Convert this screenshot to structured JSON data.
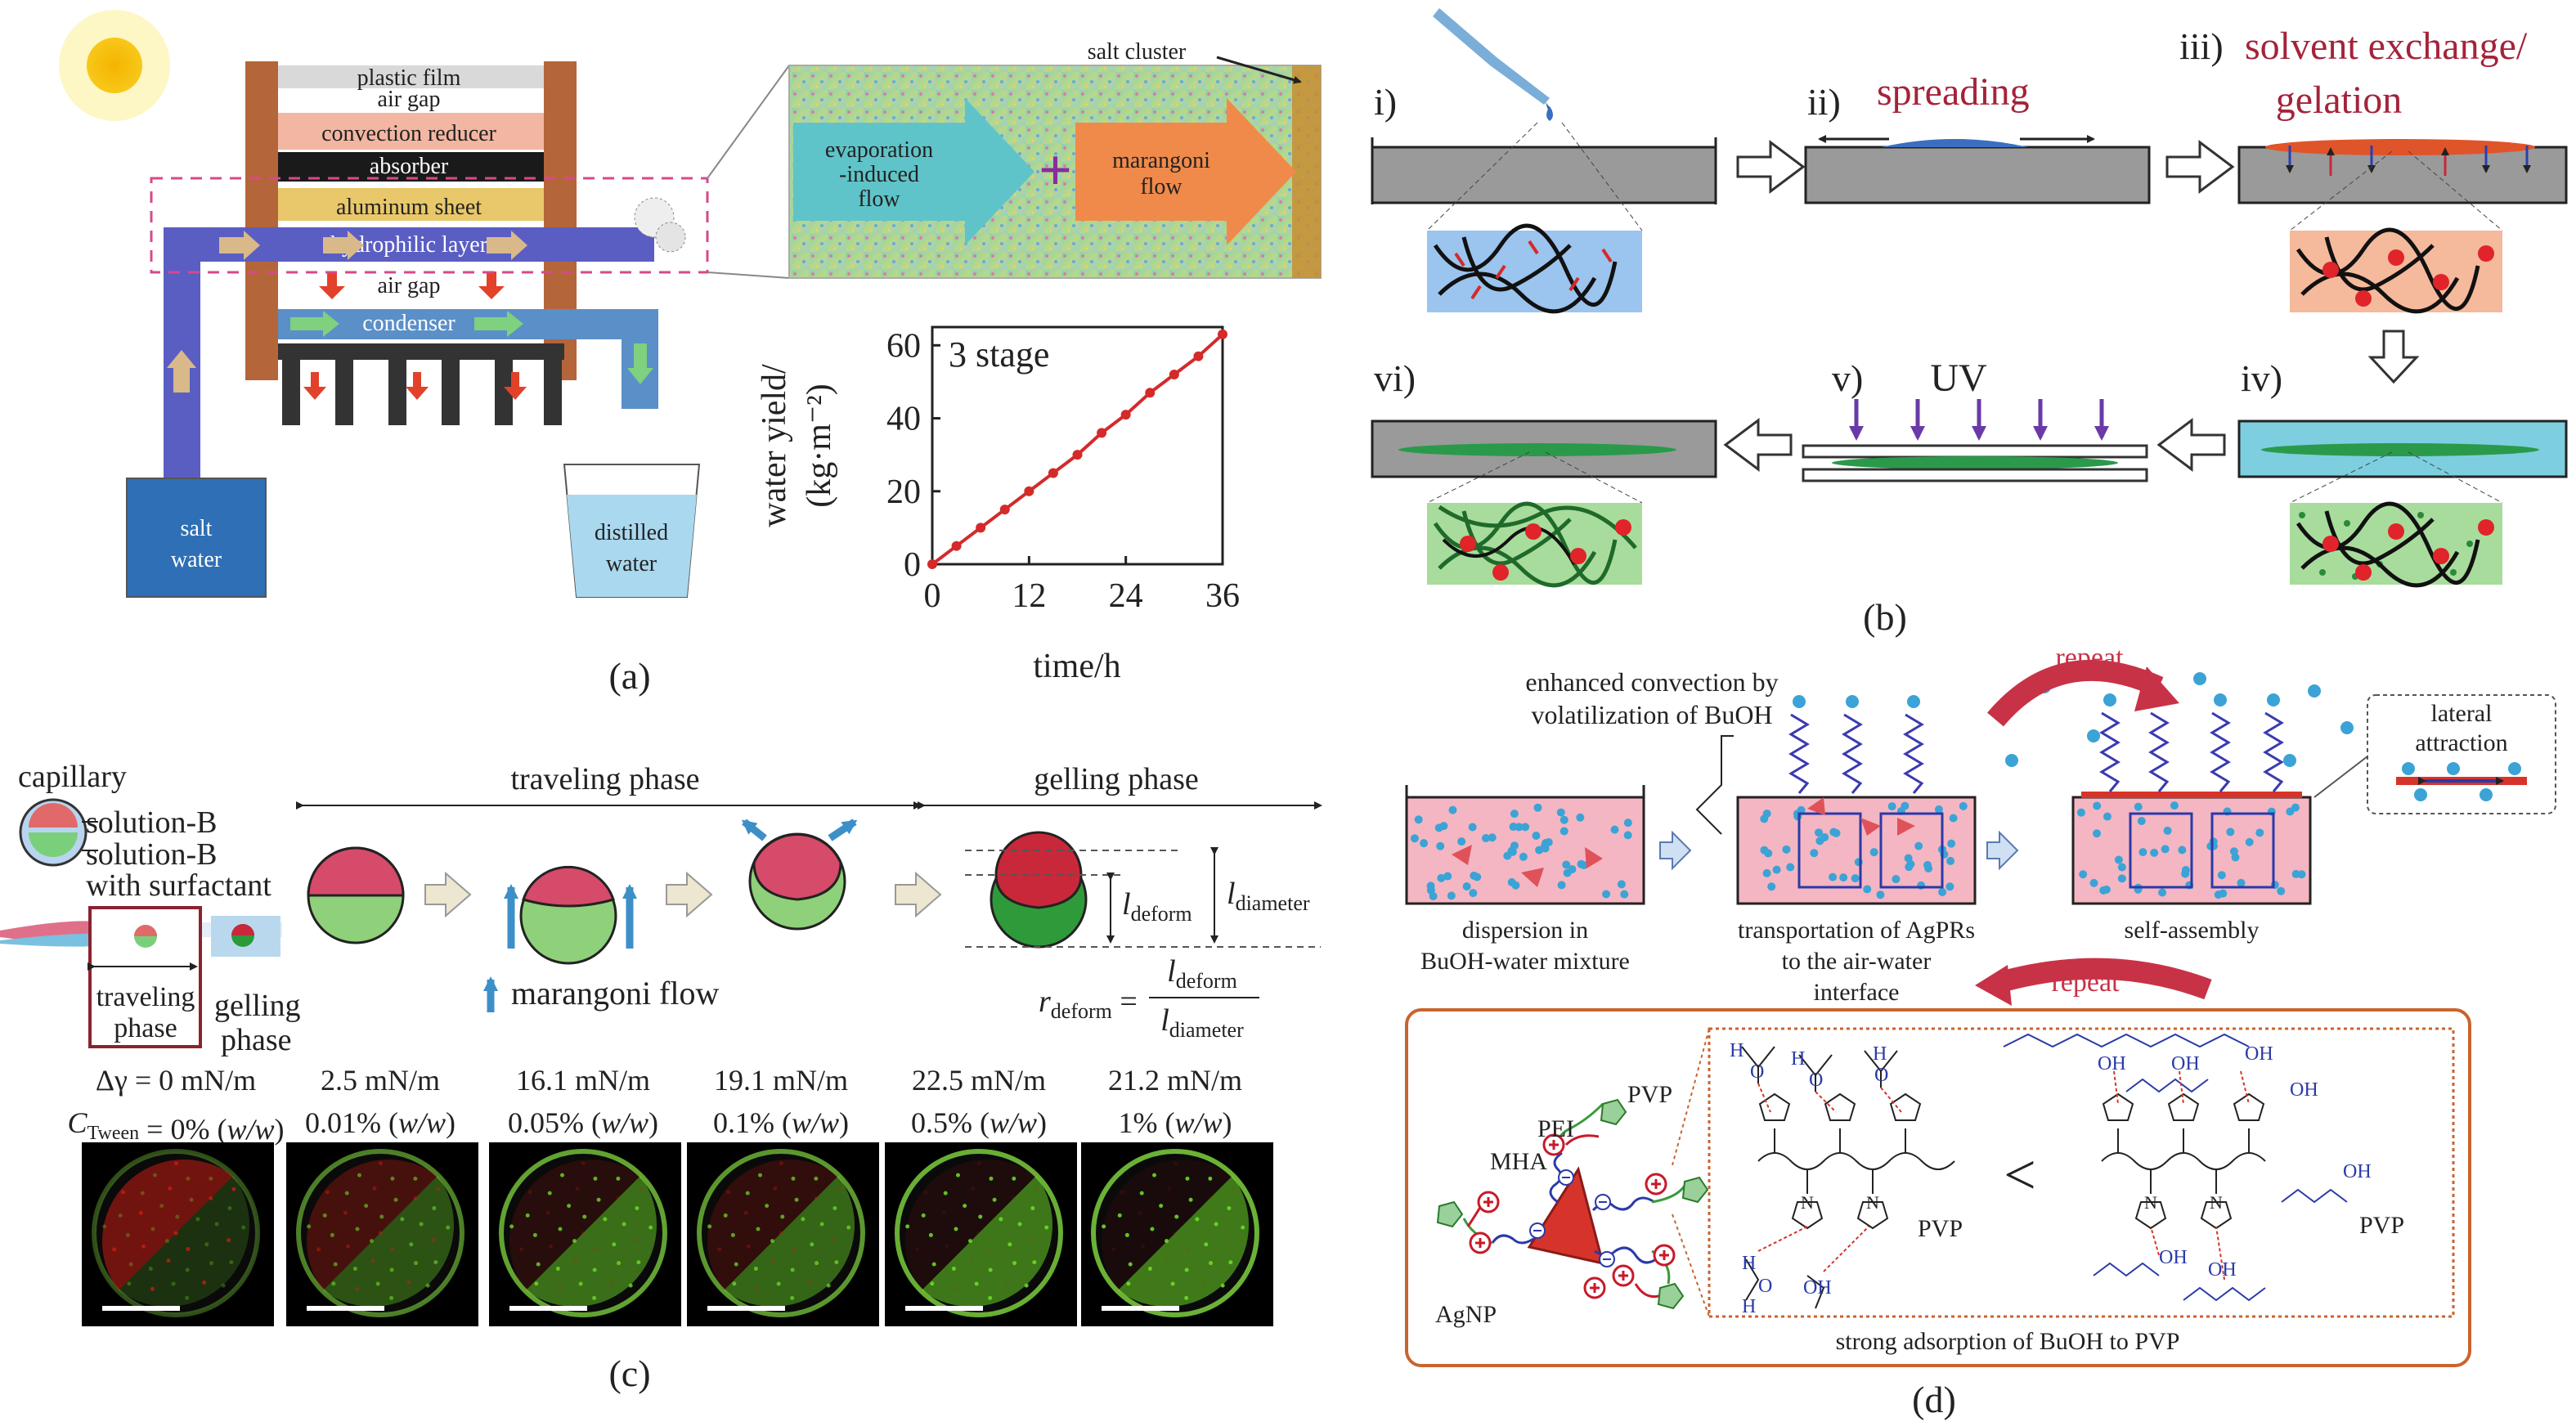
{
  "panel_labels": {
    "a": "(a)",
    "b": "(b)",
    "c": "(c)",
    "d": "(d)"
  },
  "panel_a": {
    "layers": [
      "plastic film",
      "air gap",
      "convection reducer",
      "absorber",
      "aluminum sheet",
      "hydrophilic layer",
      "air gap",
      "condenser"
    ],
    "salt_water": [
      "salt",
      "water"
    ],
    "distilled_water": [
      "distilled",
      "water"
    ],
    "salt_cluster": "salt cluster",
    "evaporation_flow": [
      "evaporation",
      "-induced",
      "flow"
    ],
    "plus": "+",
    "marangoni_flow": [
      "marangoni",
      "flow"
    ],
    "colors": {
      "frame": "#b5653a",
      "absorber": "#1a1a1a",
      "aluminum": "#e8c86a",
      "hydrophilic": "#5a5ec2",
      "condenser": "#5b8fc7",
      "pipe": "#6a78c9",
      "dashed_box": "#d64a8a"
    }
  },
  "chart_data": {
    "type": "line",
    "title": "3 stage",
    "xlabel": "time/h",
    "ylabel": [
      "water yield/",
      "(kg·m⁻²)"
    ],
    "xlim": [
      0,
      36
    ],
    "ylim": [
      0,
      65
    ],
    "xticks": [
      0,
      12,
      24,
      36
    ],
    "yticks": [
      0,
      20,
      40,
      60
    ],
    "series": [
      {
        "color": "#d42a2a",
        "x": [
          0,
          3,
          6,
          9,
          12,
          15,
          18,
          21,
          24,
          27,
          30,
          33,
          36
        ],
        "y": [
          0,
          5,
          10,
          15,
          20,
          25,
          30,
          36,
          41,
          47,
          52,
          57,
          63
        ]
      }
    ]
  },
  "panel_b": {
    "steps": [
      "i)",
      "ii)",
      "iii)",
      "iv)",
      "v)",
      "vi)"
    ],
    "spreading": "spreading",
    "solvent_exchange": [
      "solvent exchange/",
      "gelation"
    ],
    "uv": "UV"
  },
  "panel_c": {
    "capillary": "capillary",
    "solution_b": "solution-B",
    "solution_b_surf": [
      "solution-B",
      "with surfactant"
    ],
    "traveling_phase": "traveling phase",
    "gelling_phase": "gelling phase",
    "traveling_small": [
      "traveling",
      "phase"
    ],
    "gelling_small": [
      "gelling",
      "phase"
    ],
    "marangoni_flow": "marangoni flow",
    "l_deform": "l",
    "l_deform_sub": "deform",
    "l_diameter": "l",
    "l_diameter_sub": "diameter",
    "r_deform": "r",
    "r_deform_sub": "deform",
    "delta_gamma": [
      "Δγ = 0 mN/m",
      "2.5 mN/m",
      "16.1 mN/m",
      "19.1 mN/m",
      "22.5 mN/m",
      "21.2 mN/m"
    ],
    "c_tween_sym": "C",
    "c_tween_sub": "Tween",
    "c_tween": [
      " = 0% (",
      "0.01% (",
      "0.05% (",
      "0.1% (",
      "0.5% (",
      "1% ("
    ],
    "c_tween_unit": "w/w",
    "c_tween_close": ")",
    "micrograph_mix": [
      0.15,
      0.55,
      0.85,
      0.75,
      0.95,
      0.98
    ]
  },
  "panel_d": {
    "enhanced_convection": [
      "enhanced convection by",
      "volatilization of BuOH"
    ],
    "repeat": "repeat",
    "lateral_attraction": [
      "lateral",
      "attraction"
    ],
    "dispersion": [
      "dispersion in",
      "BuOH-water mixture"
    ],
    "transportation": [
      "transportation of AgPRs",
      "to the air-water",
      "interface"
    ],
    "self_assembly": "self-assembly",
    "pvp": "PVP",
    "pei": "PEI",
    "mha": "MHA",
    "agnp": "AgNP",
    "less_than": "<",
    "strong_adsorption": "strong adsorption of BuOH to PVP",
    "oh": "OH",
    "h": "H",
    "o": "O",
    "n": "N",
    "colors": {
      "liquid": "#f4b6c2",
      "particle": "#3ba3d6",
      "frame": "#c8642e",
      "arrow": "#c83246"
    }
  }
}
